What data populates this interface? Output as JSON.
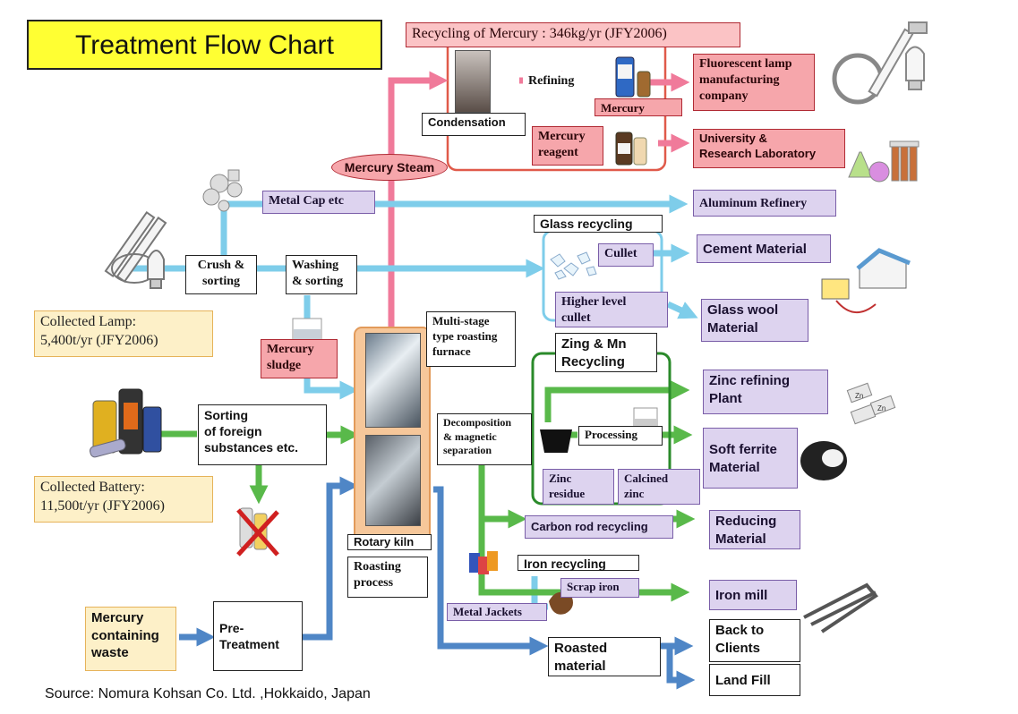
{
  "title": "Treatment Flow Chart",
  "source": "Source: Nomura Kohsan Co. Ltd. ,Hokkaido, Japan",
  "inputs": {
    "lamp": "Collected Lamp:\n 5,400t/yr (JFY2006)",
    "battery": "Collected Battery:\n 11,500t/yr (JFY2006)",
    "waste": "Mercury\ncontaining\nwaste"
  },
  "mercury_panel": {
    "header": "Recycling of Mercury : 346kg/yr (JFY2006)",
    "condensation": "Condensation",
    "refining": "Refining",
    "mercury": "Mercury",
    "reagent": "Mercury\nreagent",
    "fluorescent": "Fluorescent lamp\nmanufacturing\ncompany",
    "university": "University &\nResearch Laboratory"
  },
  "steps": {
    "mercury_steam": "Mercury Steam",
    "metal_cap": "Metal Cap etc",
    "crush": "Crush &\nsorting",
    "washing": "Washing\n& sorting",
    "sludge": "Mercury\nsludge",
    "sorting_foreign": "Sorting\nof  foreign\n substances etc.",
    "pretreatment": "Pre-\nTreatment",
    "furnace": "Multi-stage\ntype roasting\nfurnace",
    "rotary_kiln": "Rotary kiln",
    "roasting": "Roasting\nprocess",
    "decomposition": "Decomposition\n& magnetic\nseparation",
    "glass_recycling": "Glass recycling",
    "cullet": "Cullet",
    "higher_cullet": "Higher level\ncullet",
    "zn_mn": "Zing & Mn\nRecycling",
    "processing": "Processing",
    "zinc_residue": "Zinc\nresidue",
    "calcined_zinc": "Calcined\nzinc",
    "carbon_rod": "Carbon rod recycling",
    "iron_recycling": "Iron recycling",
    "scrap_iron": "Scrap iron",
    "metal_jackets": "Metal Jackets",
    "roasted": "Roasted\nmaterial"
  },
  "outputs": {
    "aluminum": "Aluminum Refinery",
    "cement": "Cement Material",
    "glass_wool": "Glass wool\nMaterial",
    "zinc_refining": "Zinc refining\nPlant",
    "soft_ferrite": "Soft ferrite\nMaterial",
    "reducing": "Reducing\nMaterial",
    "iron_mill": "Iron mill",
    "back_clients": "Back to\nClients",
    "land_fill": "Land Fill"
  },
  "icons": {
    "zn_ingot_label": "Zn"
  },
  "colors": {
    "mercury_flow": "#f07a9a",
    "glass_flow": "#7ecdea",
    "zinc_flow": "#59b94a",
    "waste_flow": "#4f86c6",
    "title_bg": "#ffff33",
    "panel_border": "#e05a4a"
  }
}
